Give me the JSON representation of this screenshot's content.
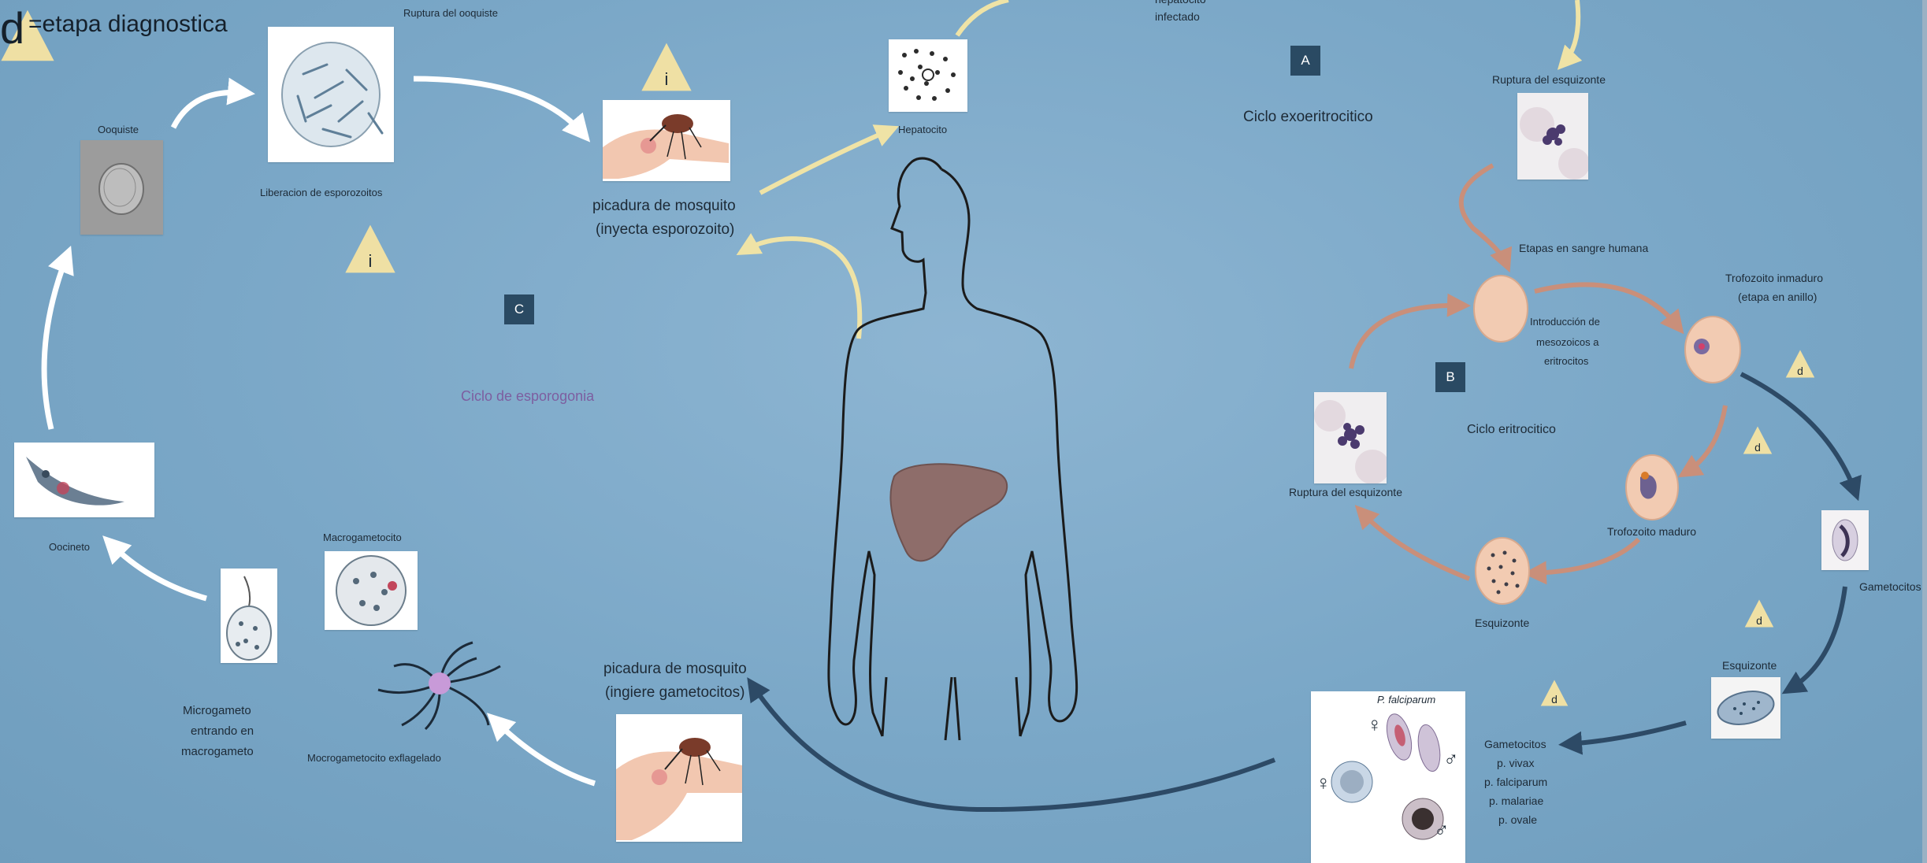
{
  "legend": {
    "d": "d",
    "text": "=etapa diagnostica"
  },
  "sections": {
    "a": {
      "letter": "A",
      "name": "Ciclo exoeritrocitico"
    },
    "b": {
      "letter": "B",
      "name": "Ciclo eritrocitico"
    },
    "c": {
      "letter": "C",
      "name": "Ciclo de esporogonia"
    }
  },
  "markers": {
    "i": "i",
    "d": "d"
  },
  "labels": {
    "ruptura_ooquiste": "Ruptura del ooquiste",
    "ooquiste": "Ooquiste",
    "liberacion": "Liberacion de esporozoitos",
    "picadura_1_line1": "picadura de mosquito",
    "picadura_1_line2": "(inyecta esporozoito)",
    "hepatocito": "Hepatocito",
    "hep_infectado_1": "hepatocito",
    "hep_infectado_2": "infectado",
    "ruptura_esquizonte_top": "Ruptura del esquizonte",
    "etapas_sangre": "Etapas en sangre humana",
    "trofozoito_inmaduro_1": "Trofozoito inmaduro",
    "trofozoito_inmaduro_2": "(etapa en anillo)",
    "introduccion_1": "Introducción de",
    "introduccion_2": "mesozoicos a",
    "introduccion_3": "eritrocitos",
    "ruptura_esquizonte_left": "Ruptura del esquizonte",
    "trofozoito_maduro": "Trofozoito maduro",
    "gametocitos_right": "Gametocitos",
    "esquizonte_center": "Esquizonte",
    "esquizonte_right": "Esquizonte",
    "gametocitos_list": [
      "Gametocitos",
      "p. vivax",
      "p. falciparum",
      "p. malariae",
      "p. ovale"
    ],
    "p_falciparum": "P. falciparum",
    "picadura_2_line1": "picadura de mosquito",
    "picadura_2_line2": "(ingiere gametocitos)",
    "macrogametocito": "Macrogametocito",
    "microgameto_1": "Microgameto",
    "microgameto_2": "entrando en",
    "microgameto_3": "macrogameto",
    "mocrogametocito": "Mocrogametocito exflagelado",
    "oocineto": "Oocineto"
  },
  "symbols": {
    "female": "♀",
    "male": "♂"
  },
  "colors": {
    "background": "#7ea9c8",
    "arrow_white": "#ffffff",
    "arrow_yellow": "#efe3a6",
    "arrow_brown": "#c98f7a",
    "arrow_navy": "#2d4a66",
    "box": "#2a4a63",
    "triangle": "#efe0a4",
    "liver": "#8e6d6a"
  }
}
